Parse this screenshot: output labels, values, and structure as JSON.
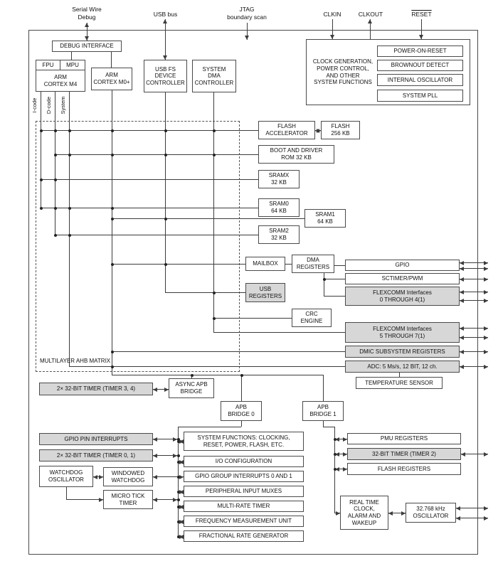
{
  "external": {
    "serial_wire_debug": "Serial Wire\nDebug",
    "usb_bus": "USB bus",
    "jtag": "JTAG\nboundary scan",
    "clkin": "CLKIN",
    "clkout": "CLKOUT",
    "reset": "RESET"
  },
  "cpu": {
    "debug_interface": "DEBUG INTERFACE",
    "fpu": "FPU",
    "mpu": "MPU",
    "cortex_m4": "ARM\nCORTEX M4",
    "cortex_m0": "ARM\nCORTEX M0+",
    "bus_icode": "I-code",
    "bus_dcode": "D-code",
    "bus_system": "System",
    "usb_controller": "USB FS\nDEVICE\nCONTROLLER",
    "dma_controller": "SYSTEM\nDMA\nCONTROLLER"
  },
  "clock": {
    "title": "CLOCK GENERATION,\nPOWER CONTROL,\nAND OTHER\nSYSTEM FUNCTIONS",
    "por": "POWER-ON-RESET",
    "brownout": "BROWNOUT DETECT",
    "internal_osc": "INTERNAL OSCILLATOR",
    "system_pll": "SYSTEM PLL"
  },
  "matrix": {
    "label": "MULTILAYER AHB MATRIX",
    "flash_accelerator": "FLASH\nACCELERATOR",
    "flash": "FLASH\n256 KB",
    "boot_rom": "BOOT AND DRIVER\nROM 32 KB",
    "sramx": "SRAMX\n32 KB",
    "sram0": "SRAM0\n64 KB",
    "sram1": "SRAM1\n64 KB",
    "sram2": "SRAM2\n32 KB",
    "mailbox": "MAILBOX",
    "dma_registers": "DMA\nREGISTERS",
    "usb_registers": "USB\nREGISTERS",
    "crc": "CRC\nENGINE"
  },
  "peripherals": {
    "gpio": "GPIO",
    "sctimer": "SCTIMER/PWM",
    "flexcomm04": "FLEXCOMM Interfaces\n0 THROUGH 4(1)",
    "flexcomm57": "FLEXCOMM Interfaces\n5 THROUGH 7(1)",
    "dmic": "DMIC SUBSYSTEM REGISTERS",
    "adc": "ADC: 5 Ms/s, 12 BIT, 12 ch.",
    "temp_sensor": "TEMPERATURE SENSOR"
  },
  "bridges": {
    "timer34": "2× 32-BIT TIMER (TIMER 3, 4)",
    "async_apb": "ASYNC APB\nBRIDGE",
    "apb0": "APB\nBRIDGE 0",
    "apb1": "APB\nBRIDGE 1"
  },
  "apb0_peripherals": {
    "gpio_pin_interrupts": "GPIO PIN INTERRUPTS",
    "timer01": "2× 32-BIT TIMER (TIMER 0, 1)",
    "watchdog_osc": "WATCHDOG\nOSCILLATOR",
    "windowed_watchdog": "WINDOWED\nWATCHDOG",
    "micro_tick": "MICRO TICK\nTIMER",
    "system_functions": "SYSTEM FUNCTIONS: CLOCKING,\nRESET, POWER, FLASH, ETC.",
    "io_config": "I/O CONFIGURATION",
    "gpio_group_interrupts": "GPIO GROUP INTERRUPTS 0 AND 1",
    "peripheral_muxes": "PERIPHERAL INPUT MUXES",
    "multirate_timer": "MULTI-RATE TIMER",
    "freq_measure": "FREQUENCY MEASUREMENT UNIT",
    "frac_rate_gen": "FRACTIONAL RATE GENERATOR"
  },
  "apb1_peripherals": {
    "pmu": "PMU REGISTERS",
    "timer2": "32-BIT TIMER (TIMER 2)",
    "flash_registers": "FLASH REGISTERS",
    "rtc": "REAL TIME\nCLOCK,\nALARM AND\nWAKEUP",
    "osc_32k": "32.768 kHz\nOSCILLATOR"
  },
  "colors": {
    "line": "#3c3c3c",
    "box_border": "#4a4a4a",
    "gray_fill": "#d7d7d7",
    "background": "#ffffff"
  }
}
